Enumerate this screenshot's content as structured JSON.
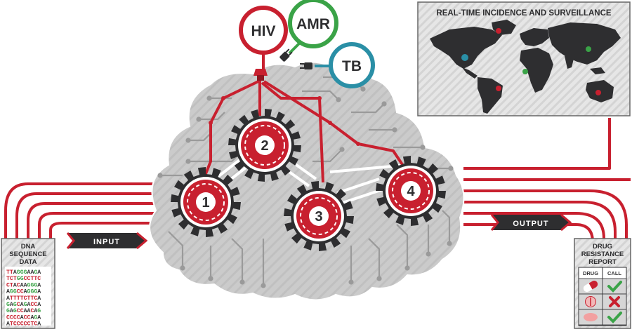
{
  "colors": {
    "red": "#c8202f",
    "dark": "#2e2e30",
    "cloud": "#c9c9c9",
    "trace": "#9a9a9a",
    "green": "#3aa347",
    "teal": "#2a8fa6",
    "panel": "#e4e4e4"
  },
  "pathogens": [
    {
      "label": "HIV",
      "color": "#c8202f"
    },
    {
      "label": "AMR",
      "color": "#3aa347"
    },
    {
      "label": "TB",
      "color": "#2a8fa6"
    }
  ],
  "map_panel": {
    "title": "REAL-TIME INCIDENCE AND SURVEILLANCE"
  },
  "gears": [
    "1",
    "2",
    "3",
    "4"
  ],
  "arrows": {
    "input": "INPUT",
    "output": "OUTPUT"
  },
  "dna_card": {
    "title_lines": [
      "DNA",
      "SEQUENCE",
      "DATA"
    ],
    "sequences": [
      "TTAGGGAAGA",
      "TCTGGCCTTC",
      "CTACAAGGGA",
      "AGGCCAGGGA",
      "ATTTTCTTCA",
      "GAGCAGACCA",
      "GAGCCAACAG",
      "CCCCACCAGA",
      "ATCCCCCTCA"
    ]
  },
  "report_card": {
    "title_lines": [
      "DRUG",
      "RESISTANCE",
      "REPORT"
    ],
    "col_drug": "DRUG",
    "col_call": "CALL",
    "rows": [
      {
        "drug": "capsule",
        "call": "check"
      },
      {
        "drug": "tablet",
        "call": "cross"
      },
      {
        "drug": "oval-pill",
        "call": "check"
      }
    ]
  }
}
